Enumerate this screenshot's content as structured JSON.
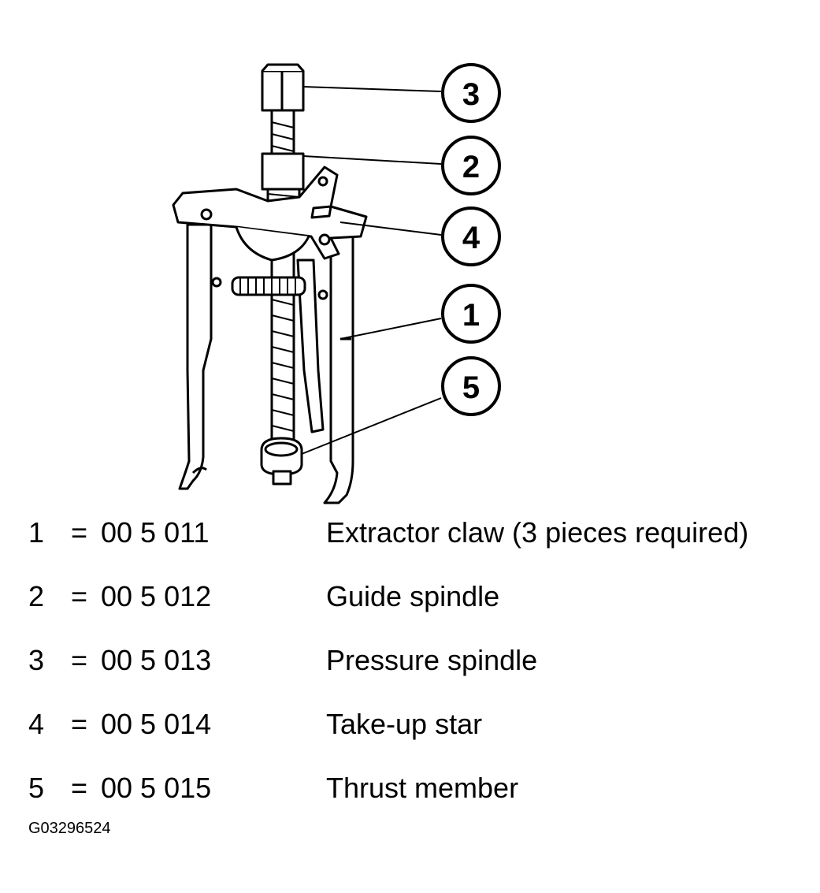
{
  "callouts": [
    {
      "id": "3"
    },
    {
      "id": "2"
    },
    {
      "id": "4"
    },
    {
      "id": "1"
    },
    {
      "id": "5"
    }
  ],
  "legend": [
    {
      "num": "1",
      "eq": "=",
      "part": "00 5 011",
      "desc": "Extractor claw (3 pieces required)"
    },
    {
      "num": "2",
      "eq": "=",
      "part": "00 5 012",
      "desc": "Guide spindle"
    },
    {
      "num": "3",
      "eq": "=",
      "part": "00 5 013",
      "desc": "Pressure spindle"
    },
    {
      "num": "4",
      "eq": "=",
      "part": "00 5 014",
      "desc": "Take-up star"
    },
    {
      "num": "5",
      "eq": "=",
      "part": "00 5 015",
      "desc": "Thrust member"
    }
  ],
  "figure_code": "G03296524"
}
